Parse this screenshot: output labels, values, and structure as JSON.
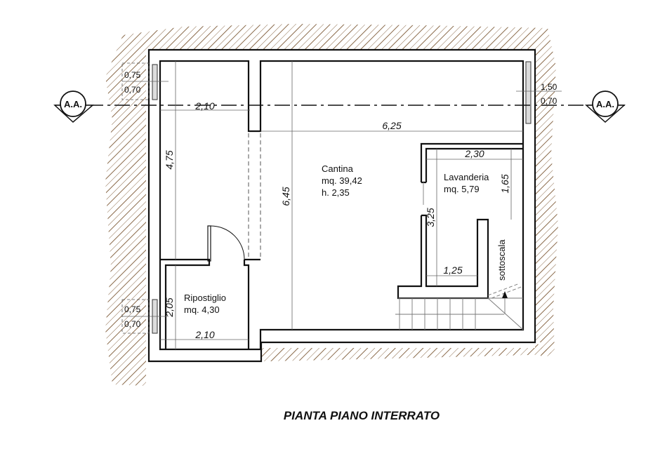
{
  "title": "PIANTA PIANO INTERRATO",
  "section_marker": "A.A.",
  "rooms": {
    "cantina": {
      "name": "Cantina",
      "area": "mq. 39,42",
      "height": "h. 2,35"
    },
    "lavanderia": {
      "name": "Lavanderia",
      "area": "mq. 5,79"
    },
    "ripostiglio": {
      "name": "Ripostiglio",
      "area": "mq. 4,30"
    },
    "sottoscala": "sottoscala"
  },
  "dimensions": {
    "corridor_width": "2,10",
    "corridor_length": "4,75",
    "cantina_width": "6,25",
    "cantina_length": "6,45",
    "lavanderia_width": "2,30",
    "lavanderia_depth": "1,65",
    "passage_length": "3,25",
    "passage_width": "1,25",
    "ripostiglio_width": "2,10",
    "ripostiglio_length": "2,05"
  },
  "windows": {
    "left_top": {
      "width": "0,75",
      "sill": "0,70"
    },
    "left_bottom": {
      "width": "0,75",
      "sill": "0,70"
    },
    "right": {
      "width": "1,50",
      "sill": "0,70"
    }
  },
  "colors": {
    "hatch": "#8a6a4a",
    "wall": "#111111",
    "dimension": "#666666"
  }
}
